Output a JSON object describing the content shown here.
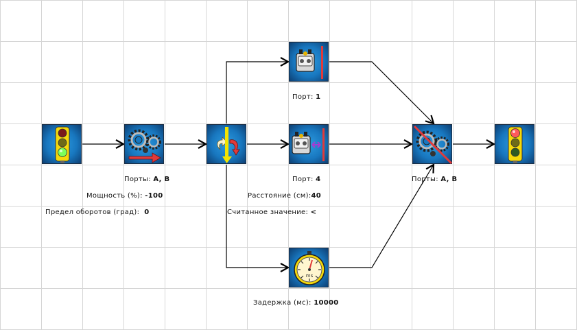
{
  "blocks": [
    {
      "id": "start",
      "icon": "traffic-light-green-icon"
    },
    {
      "id": "motors_on",
      "icon": "gears-right-arrow-icon"
    },
    {
      "id": "branch",
      "icon": "fork-arrows-icon"
    },
    {
      "id": "ultra_top",
      "icon": "ultrasonic-sensor-icon"
    },
    {
      "id": "ultra_mid",
      "icon": "ultrasonic-sensor-distance-icon"
    },
    {
      "id": "wait",
      "icon": "stopwatch-icon"
    },
    {
      "id": "motors_off",
      "icon": "gears-crossed-icon"
    },
    {
      "id": "stop",
      "icon": "traffic-light-red-icon"
    }
  ],
  "labels": {
    "motors_on": {
      "ports_label": "Порты:",
      "ports_value": "A, B",
      "power_label": "Мощность (%):",
      "power_value": "-100",
      "limit_label": "Предел оборотов (град):",
      "limit_value": "0"
    },
    "ultra_top": {
      "port_label": "Порт:",
      "port_value": "1"
    },
    "ultra_mid": {
      "port_label": "Порт:",
      "port_value": "4",
      "distance_label": "Расстояние (см):",
      "distance_value": "40",
      "read_label": "Считанное значение:",
      "read_value": "<"
    },
    "wait": {
      "delay_label": "Задержка (мс):",
      "delay_value": "10000"
    },
    "motors_off": {
      "ports_label": "Порты:",
      "ports_value": "A, B"
    }
  },
  "colors": {
    "block_blue": "#1877bf",
    "wire": "#000000",
    "red_arrow": "#e03a3a",
    "yellow": "#f2e400",
    "grid": "#d6d6d6"
  }
}
